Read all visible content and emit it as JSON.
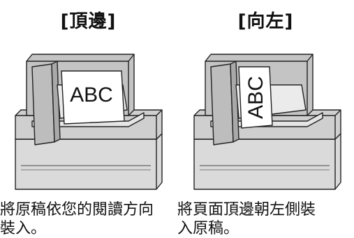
{
  "panels": [
    {
      "heading": "[頂邊]",
      "paper_text": "ABC",
      "paper_orientation": "upright",
      "caption_lines": [
        "將原稿依您的閱讀方向",
        "裝入。"
      ]
    },
    {
      "heading": "[向左]",
      "paper_text": "ABC",
      "paper_orientation": "rotated-left",
      "caption_lines": [
        "將頁面頂邊朝左側裝",
        "入原稿。"
      ]
    }
  ]
}
